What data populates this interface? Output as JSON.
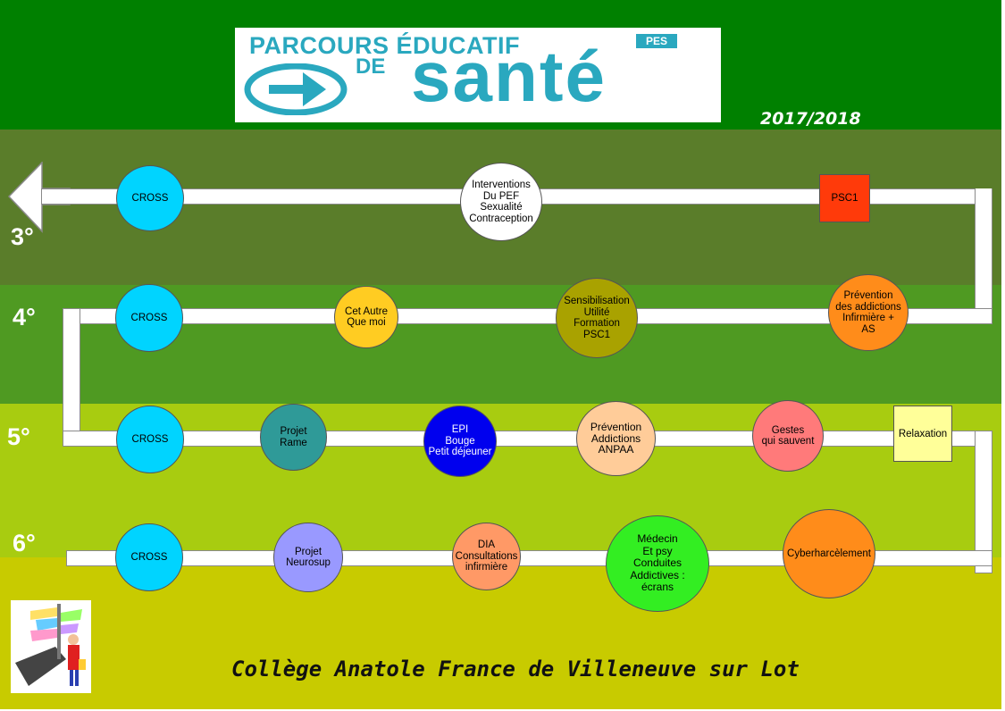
{
  "header": {
    "logo_line1": "PARCOURS ÉDUCATIF",
    "logo_tag": "PES",
    "logo_line2": "DE",
    "logo_line3": "santé",
    "year": "2017/2018"
  },
  "levels": {
    "l3": "3°",
    "l4": "4°",
    "l5": "5°",
    "l6": "6°"
  },
  "row3": {
    "cross": "CROSS",
    "interventions": "Interventions\nDu PEF\nSexualité\nContraception",
    "psc1": "PSC1"
  },
  "row4": {
    "cross": "CROSS",
    "cet_autre": "Cet Autre\nQue moi",
    "sensibilisation": "Sensibilisation\nUtilité\nFormation\nPSC1",
    "prevention": "Prévention\ndes addictions\nInfirmière +\nAS"
  },
  "row5": {
    "cross": "CROSS",
    "projet_rame": "Projet\nRame",
    "epi": "EPI\nBouge\nPetit déjeuner",
    "prevention": "Prévention\nAddictions\nANPAA",
    "gestes": "Gestes\nqui sauvent",
    "relaxation": "Relaxation"
  },
  "row6": {
    "cross": "CROSS",
    "neurosup": "Projet\nNeurosup",
    "dia": "DIA\nConsultations\ninfirmière",
    "medecin": "Médecin\nEt psy\nConduites\nAddictives :\nécrans",
    "cyber": "Cyberharcèlement"
  },
  "footer": {
    "school": "Collège Anatole France de Villeneuve sur Lot"
  },
  "colors": {
    "header_green": "#008000",
    "logo_teal": "#2aa8bf",
    "cross_cyan": "#00d4ff",
    "psc1_red": "#ff3a0a",
    "yellow_node": "#ffcc22",
    "olive_node": "#a9a200",
    "orange_node": "#ff8c1a",
    "teal_node": "#2f9a98",
    "blue_node": "#0000ee",
    "peach_node": "#ffcc99",
    "pink_node": "#ff7a7a",
    "pale_yellow_node": "#ffff99",
    "lavender_node": "#9999ff",
    "salmon_node": "#ff9966",
    "green_node": "#33ee22"
  }
}
